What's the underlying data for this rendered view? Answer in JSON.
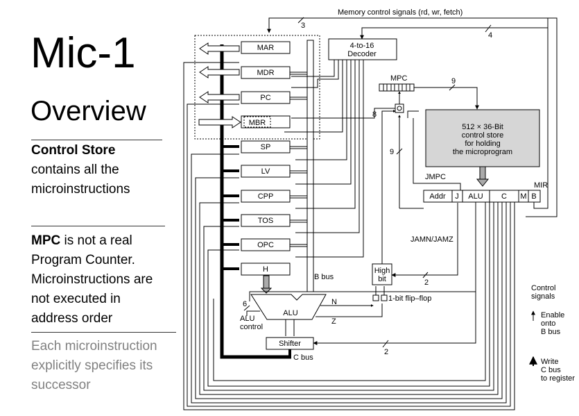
{
  "slide": {
    "title": "Mic-1",
    "subtitle": "Overview",
    "note1_bold": "Control Store",
    "note1_rest": "contains all the microinstructions",
    "note2_bold": "MPC",
    "note2_rest": "is not a real Program Counter. Microinstructions are not executed in address order",
    "note3": "Each microinstruction explicitly specifies its successor"
  },
  "diagram": {
    "top_label": "Memory control signals (rd, wr, fetch)",
    "bus_width_3": "3",
    "bus_width_4": "4",
    "decoder": [
      "4-to-16",
      "Decoder"
    ],
    "mpc": "MPC",
    "width_9a": "9",
    "width_8": "8",
    "width_9b": "9",
    "registers": [
      "MAR",
      "MDR",
      "PC",
      "MBR",
      "SP",
      "LV",
      "CPP",
      "TOS",
      "OPC",
      "H"
    ],
    "control_store": [
      "512 × 36-Bit",
      "control store",
      "for holding",
      "the microprogram"
    ],
    "jmpc": "JMPC",
    "mir": "MIR",
    "mir_fields": [
      "Addr",
      "J",
      "ALU",
      "C",
      "M",
      "B"
    ],
    "jamn_jamz": "JAMN/JAMZ",
    "high_bit": [
      "High",
      "bit"
    ],
    "width_2a": "2",
    "b_bus": "B bus",
    "n": "N",
    "z": "Z",
    "flipflop": "1-bit flip–flop",
    "width_6": "6",
    "alu_control": [
      "ALU",
      "control"
    ],
    "alu": "ALU",
    "shifter": "Shifter",
    "width_2b": "2",
    "c_bus": "C bus",
    "legend_title": [
      "Control",
      "signals"
    ],
    "legend_enable": [
      "Enable",
      "onto",
      "B bus"
    ],
    "legend_write": [
      "Write",
      "C bus",
      "to register"
    ]
  }
}
